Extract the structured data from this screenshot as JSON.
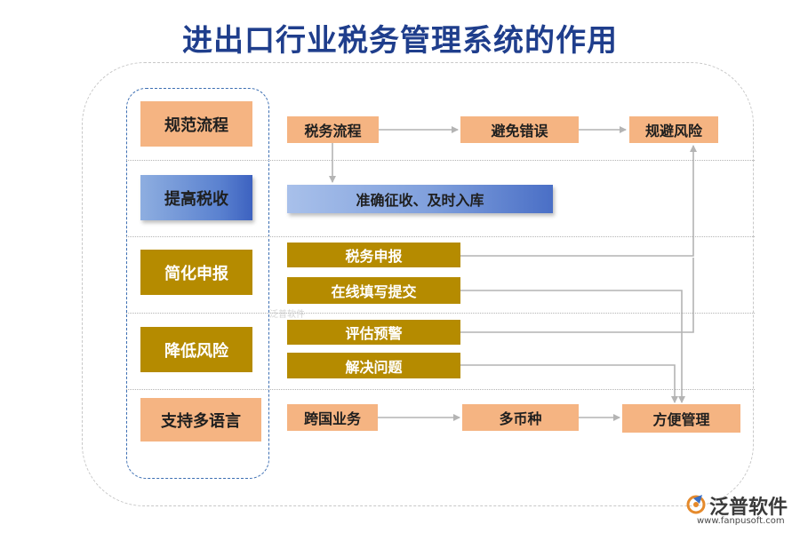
{
  "title": "进出口行业税务管理系统的作用",
  "categories": [
    {
      "key": "standardize",
      "label": "规范流程",
      "style": "peach"
    },
    {
      "key": "tax",
      "label": "提高税收",
      "style": "blue"
    },
    {
      "key": "simplify",
      "label": "简化申报",
      "style": "gold"
    },
    {
      "key": "risk",
      "label": "降低风险",
      "style": "gold"
    },
    {
      "key": "language",
      "label": "支持多语言",
      "style": "peach"
    }
  ],
  "nodes": {
    "tax_process": "税务流程",
    "avoid_errors": "避免错误",
    "avoid_risk": "规避风险",
    "accurate_collection": "准确征收、及时入库",
    "tax_declaration": "税务申报",
    "online_filling": "在线填写提交",
    "assessment_warning": "评估预警",
    "solve_problems": "解决问题",
    "cross_border": "跨国业务",
    "multi_currency": "多币种",
    "convenient_mgmt": "方便管理"
  },
  "watermark": "泛普软件",
  "logo": {
    "name": "泛普软件",
    "url": "www.fanpusoft.com"
  },
  "colors": {
    "title": "#1f3e8c",
    "peach": "#f5b482",
    "gold": "#b58b00",
    "blue": "#5b82d0",
    "arrow": "#b4b4b4",
    "inner_border": "#3d6fb3"
  }
}
